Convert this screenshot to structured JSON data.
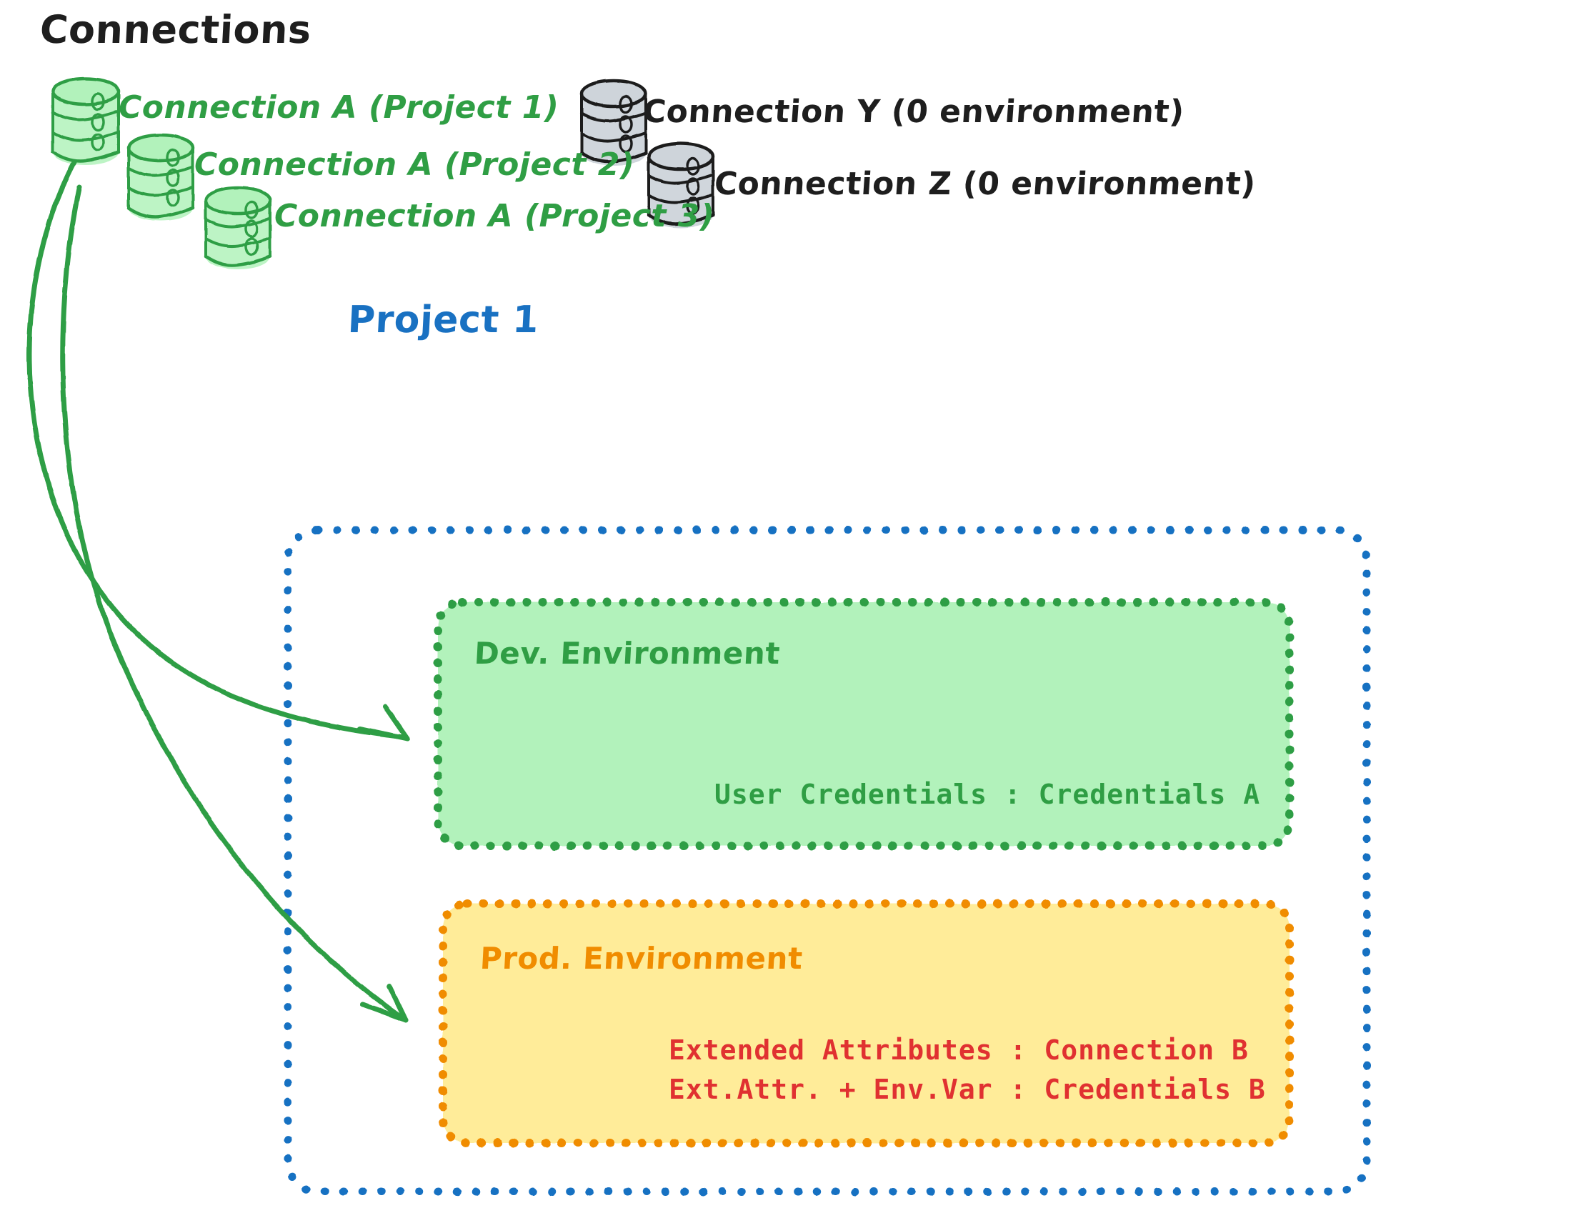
{
  "diagram": {
    "title": "Connections",
    "colors": {
      "green_stroke": "#2f9e44",
      "green_fill": "#b2f2bb",
      "blue": "#1971c2",
      "orange": "#f08c00",
      "orange_fill": "#ffec99",
      "red": "#e03131",
      "gray_fill": "#ced4da",
      "gray_stroke": "#1e1e1e",
      "ink": "#1e1e1e"
    },
    "connections_green": [
      {
        "id": "conn-a-project-1",
        "label": "Connection A (Project 1)"
      },
      {
        "id": "conn-a-project-2",
        "label": "Connection A (Project 2)"
      },
      {
        "id": "conn-a-project-3",
        "label": "Connection A (Project 3)"
      }
    ],
    "connections_gray": [
      {
        "id": "conn-y",
        "label": "Connection Y (0 environment)"
      },
      {
        "id": "conn-z",
        "label": "Connection Z (0 environment)"
      }
    ],
    "project": {
      "title": "Project 1",
      "environments": [
        {
          "id": "dev",
          "heading": "Dev. Environment",
          "lines": [
            "User Credentials : Credentials A"
          ]
        },
        {
          "id": "prod",
          "heading": "Prod. Environment",
          "lines": [
            "Extended Attributes : Connection B",
            "Ext.Attr. + Env.Var : Credentials B"
          ]
        }
      ]
    },
    "arrows": [
      {
        "id": "arrow-to-dev-environment",
        "from": "conn-a-project-1",
        "to": "dev"
      },
      {
        "id": "arrow-to-prod-environment",
        "from": "conn-a-project-1",
        "to": "prod"
      }
    ]
  }
}
